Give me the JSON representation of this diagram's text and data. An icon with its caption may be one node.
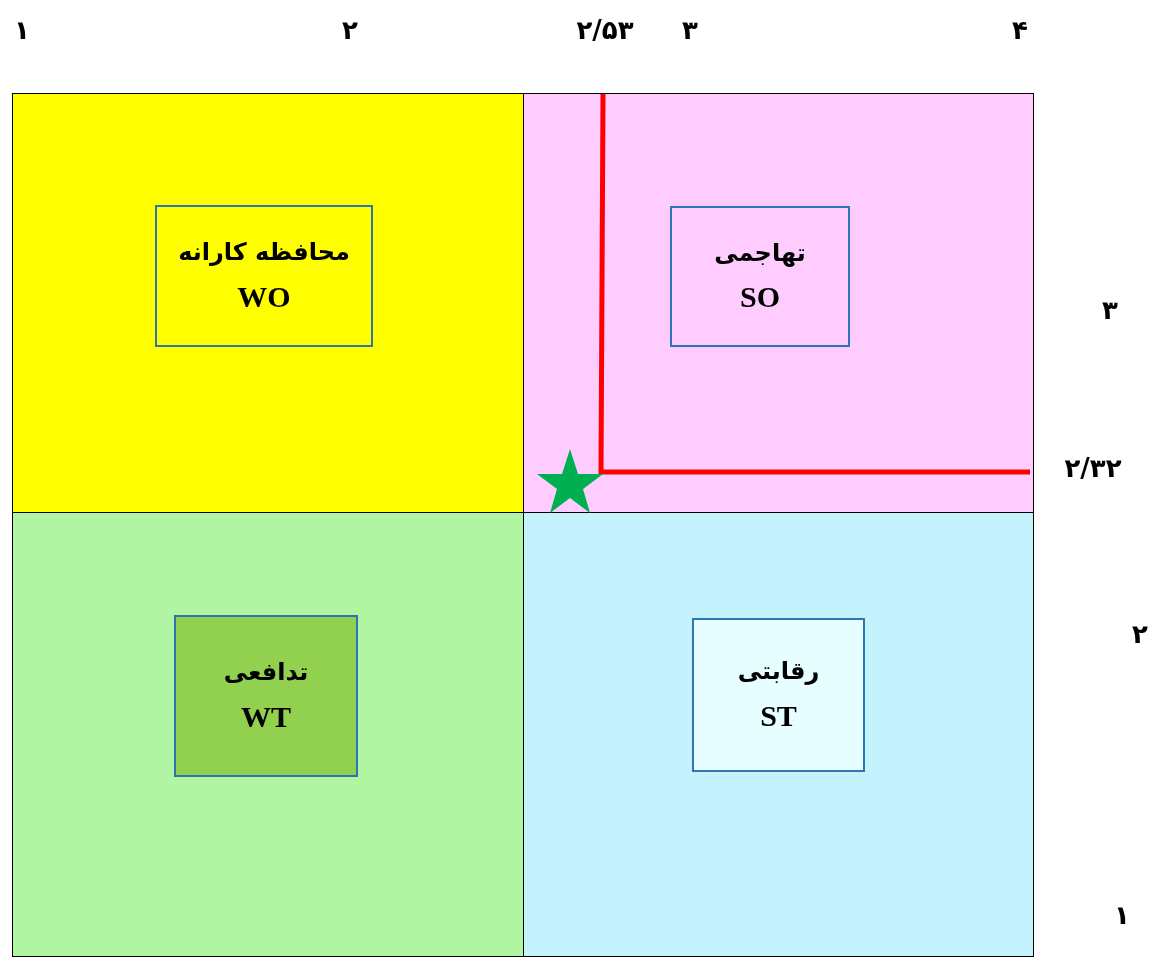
{
  "diagram": {
    "nodes": [
      {
        "text": [
          "محافظه کارانه",
          "WO"
        ]
      },
      {
        "text": [
          "تهاجمی",
          "SO"
        ]
      },
      {
        "text": [
          "تدافعی",
          "WT"
        ]
      },
      {
        "text": [
          "رقابتی",
          "ST"
        ]
      }
    ],
    "labels": [
      "۱",
      "۲",
      "۲/۵۳",
      "۳",
      "۴",
      "۳",
      "۲/۳۲",
      "۲",
      "۱"
    ]
  }
}
